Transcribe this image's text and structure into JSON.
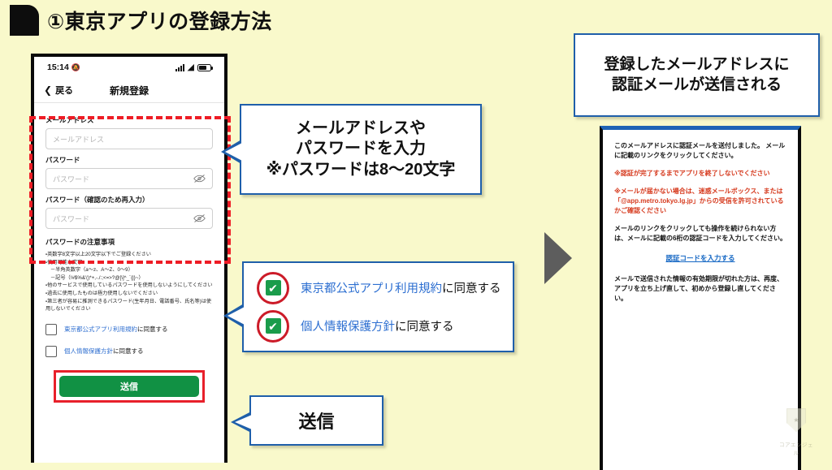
{
  "slide": {
    "title": "①東京アプリの登録方法",
    "background_color": "#f9f9cb"
  },
  "left_phone": {
    "status_bar": {
      "time": "15:14",
      "mute_icon": "bell-slash-icon",
      "signal_icon": "signal-bars-icon",
      "wifi_icon": "wifi-icon",
      "battery_icon": "battery-icon"
    },
    "nav": {
      "back_label": "戻る",
      "back_icon": "chevron-left-icon",
      "title": "新規登録"
    },
    "fields": [
      {
        "label": "メールアドレス",
        "placeholder": "メールアドレス",
        "has_eye": false
      },
      {
        "label": "パスワード",
        "placeholder": "パスワード",
        "has_eye": true,
        "eye_icon": "eye-off-icon"
      },
      {
        "label": "パスワード（確認のため再入力）",
        "placeholder": "パスワード",
        "has_eye": true,
        "eye_icon": "eye-off-icon"
      }
    ],
    "notes_title": "パスワードの注意事項",
    "notes": [
      "・英数字8文字以上20文字以下でご登録ください",
      "・使用可能な文字",
      "－半角英数字（a〜z、A〜Z、0〜9）",
      "－記号（!#$%&'()*+,-./:;<=>?@[\\]^_`{|}~）",
      "・他のサービスで使用しているパスワードを使用しないようにしてください",
      "・過去に使用したものは極力使用しないでください",
      "・第三者が容易に推測できるパスワード(生年月日、電話番号、氏名等)は使用しないでください"
    ],
    "checkboxes": [
      {
        "link_text": "東京都公式アプリ利用規約",
        "rest_text": "に同意する",
        "checked": false
      },
      {
        "link_text": "個人情報保護方針",
        "rest_text": "に同意する",
        "checked": false
      }
    ],
    "submit_label": "送信"
  },
  "callouts": {
    "input": {
      "lines": [
        "メールアドレスや",
        "パスワードを入力",
        "※パスワードは8〜20文字"
      ]
    },
    "agree": {
      "rows": [
        {
          "link_text": "東京都公式アプリ利用規約",
          "rest_text": "に同意する",
          "check_mark": "✔"
        },
        {
          "link_text": "個人情報保護方針",
          "rest_text": "に同意する",
          "check_mark": "✔"
        }
      ]
    },
    "submit": {
      "label": "送信"
    },
    "mail": {
      "lines": [
        "登録したメールアドレスに",
        "認証メールが送信される"
      ]
    }
  },
  "right_phone": {
    "paragraph1": "このメールアドレスに認証メールを送付しました。\nメールに記載のリンクをクリックしてください。",
    "warning1": "※認証が完了するまでアプリを終了しないでください",
    "warning2": "※メールが届かない場合は、迷惑メールボックス、または「@app.metro.tokyo.lg.jp」からの受信を許可されているかご確認ください",
    "paragraph2": "メールのリンクをクリックしても操作を続けられない方は、メールに記載の6桁の認証コードを入力してください。",
    "link": "認証コードを入力する",
    "paragraph3": "メールで送信された情報の有効期限が切れた方は、再度、アプリを立ち上げ直して、初めから登録し直してください。"
  },
  "watermark": {
    "text": "コアエンジェル"
  },
  "colors": {
    "background": "#f9f9cb",
    "callout_border": "#1f5faa",
    "highlight_red": "#ee1c25",
    "submit_green": "#119144",
    "link_blue": "#2d6fd1",
    "warning_red": "#d63a1e"
  }
}
